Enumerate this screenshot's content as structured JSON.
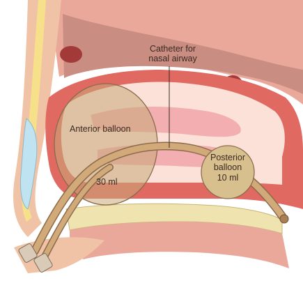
{
  "labels": {
    "catheter_line1": "Catheter for",
    "catheter_line2": "nasal airway",
    "anterior_balloon": "Anterior balloon",
    "anterior_volume": "30 ml",
    "posterior_line1": "Posterior",
    "posterior_line2": "balloon",
    "posterior_volume": "10 ml"
  },
  "colors": {
    "skin": "#f0c3a6",
    "mucosa": "#e06a62",
    "cavity": "#fbe1d8",
    "bone": "#efe3b0",
    "bone_dark": "#a54a4a",
    "catheter": "#b68b5e",
    "balloon_anterior": "rgba(200,170,120,0.55)",
    "balloon_posterior": "#d8bf8e",
    "cartilage": "#bfe3f0"
  }
}
